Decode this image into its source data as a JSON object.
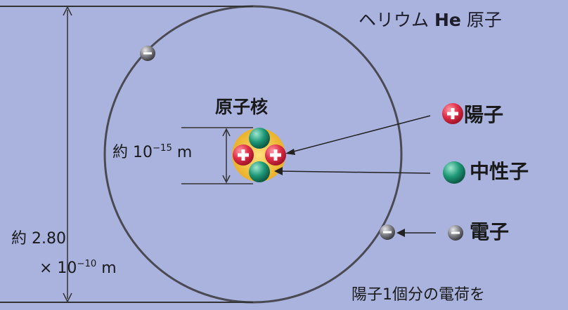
{
  "title": {
    "kana": "ヘリウム",
    "symbol": "He",
    "suffix": "原子"
  },
  "nucleus": {
    "label": "原子核",
    "size_prefix": "約 10",
    "size_exp": "−15",
    "size_unit": " m"
  },
  "atom_size": {
    "line1": "約 2.80",
    "line2_prefix": "× 10",
    "exp": "−10",
    "unit": " m"
  },
  "legend": {
    "proton": "陽子",
    "neutron": "中性子",
    "electron": "電子"
  },
  "note": "陽子1個分の電荷を",
  "colors": {
    "background": "#a9b3de",
    "orbit": "#4a4a52",
    "proton": "#e0304a",
    "neutron": "#1f9a78",
    "nucleus_halo": "#f2c23a",
    "electron": "#6b6b72"
  }
}
